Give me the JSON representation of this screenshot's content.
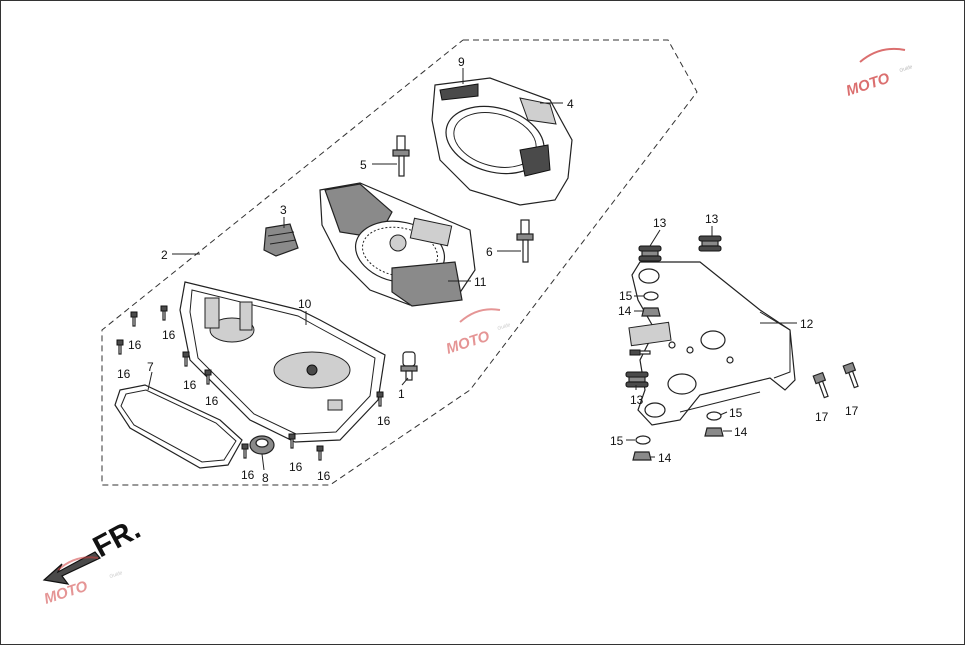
{
  "diagram": {
    "callouts": {
      "c1": "1",
      "c2": "2",
      "c3": "3",
      "c4": "4",
      "c5": "5",
      "c6": "6",
      "c7": "7",
      "c8": "8",
      "c9": "9",
      "c10": "10",
      "c11": "11",
      "c12": "12",
      "c13a": "13",
      "c13b": "13",
      "c13c": "13",
      "c14a": "14",
      "c14b": "14",
      "c14c": "14",
      "c15a": "15",
      "c15b": "15",
      "c15c": "15",
      "c16a": "16",
      "c16b": "16",
      "c16c": "16",
      "c16d": "16",
      "c16e": "16",
      "c16f": "16",
      "c16g": "16",
      "c16h": "16",
      "c16i": "16",
      "c17a": "17",
      "c17b": "17"
    },
    "direction_label": "FR.",
    "watermark": {
      "brand": "MOTO",
      "sub": "Guide"
    },
    "colors": {
      "line": "#222222",
      "part_fill": "#ffffff",
      "gray_fill": "#8a8a8a",
      "watermark_red": "#d04040",
      "watermark_gray": "#9a9a9a"
    }
  }
}
